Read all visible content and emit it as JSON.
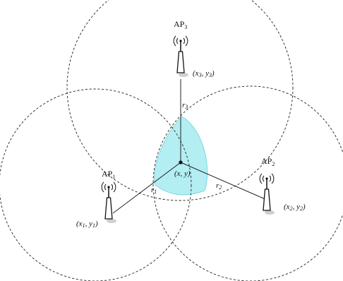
{
  "access_points": [
    {
      "name_main": "AP",
      "name_sub": "1",
      "coord_x": "x",
      "coord_x_sub": "1",
      "coord_y": "y",
      "coord_y_sub": "1"
    },
    {
      "name_main": "AP",
      "name_sub": "2",
      "coord_x": "x",
      "coord_x_sub": "2",
      "coord_y": "y",
      "coord_y_sub": "2"
    },
    {
      "name_main": "AP",
      "name_sub": "3",
      "coord_x": "x",
      "coord_x_sub": "3",
      "coord_y": "y",
      "coord_y_sub": "3"
    }
  ],
  "distances": [
    {
      "main": "r",
      "sub": "1"
    },
    {
      "main": "r",
      "sub": "2"
    },
    {
      "main": "r",
      "sub": "3"
    }
  ],
  "target": {
    "label": "(x, y)"
  },
  "colors": {
    "intersection_fill": "#b3eef3",
    "intersection_stroke": "#7dd8e0",
    "stroke": "#222222"
  }
}
